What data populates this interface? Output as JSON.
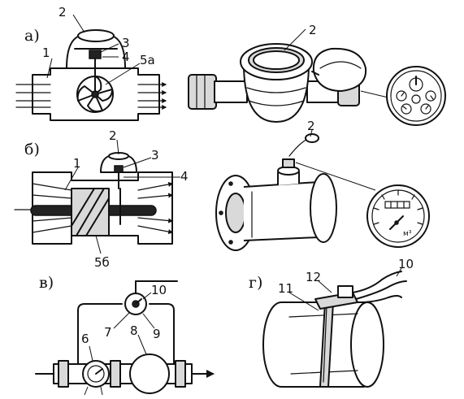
{
  "sections": {
    "a": "а)",
    "b": "б)",
    "v": "в)",
    "g": "г)"
  },
  "labels": {
    "a_1": "1",
    "a_2": "2",
    "a_3": "3",
    "a_4": "4",
    "a_5a": "5а",
    "a_meter_2": "2",
    "b_1": "1",
    "b_2": "2",
    "b_3": "3",
    "b_4": "4",
    "b_5b": "5б",
    "b_meter_2": "2",
    "v_6": "6",
    "v_7": "7",
    "v_8": "8",
    "v_9": "9",
    "v_10": "10",
    "g_10": "10",
    "g_11": "11",
    "g_12": "12"
  },
  "dial_b_unit": "м³"
}
